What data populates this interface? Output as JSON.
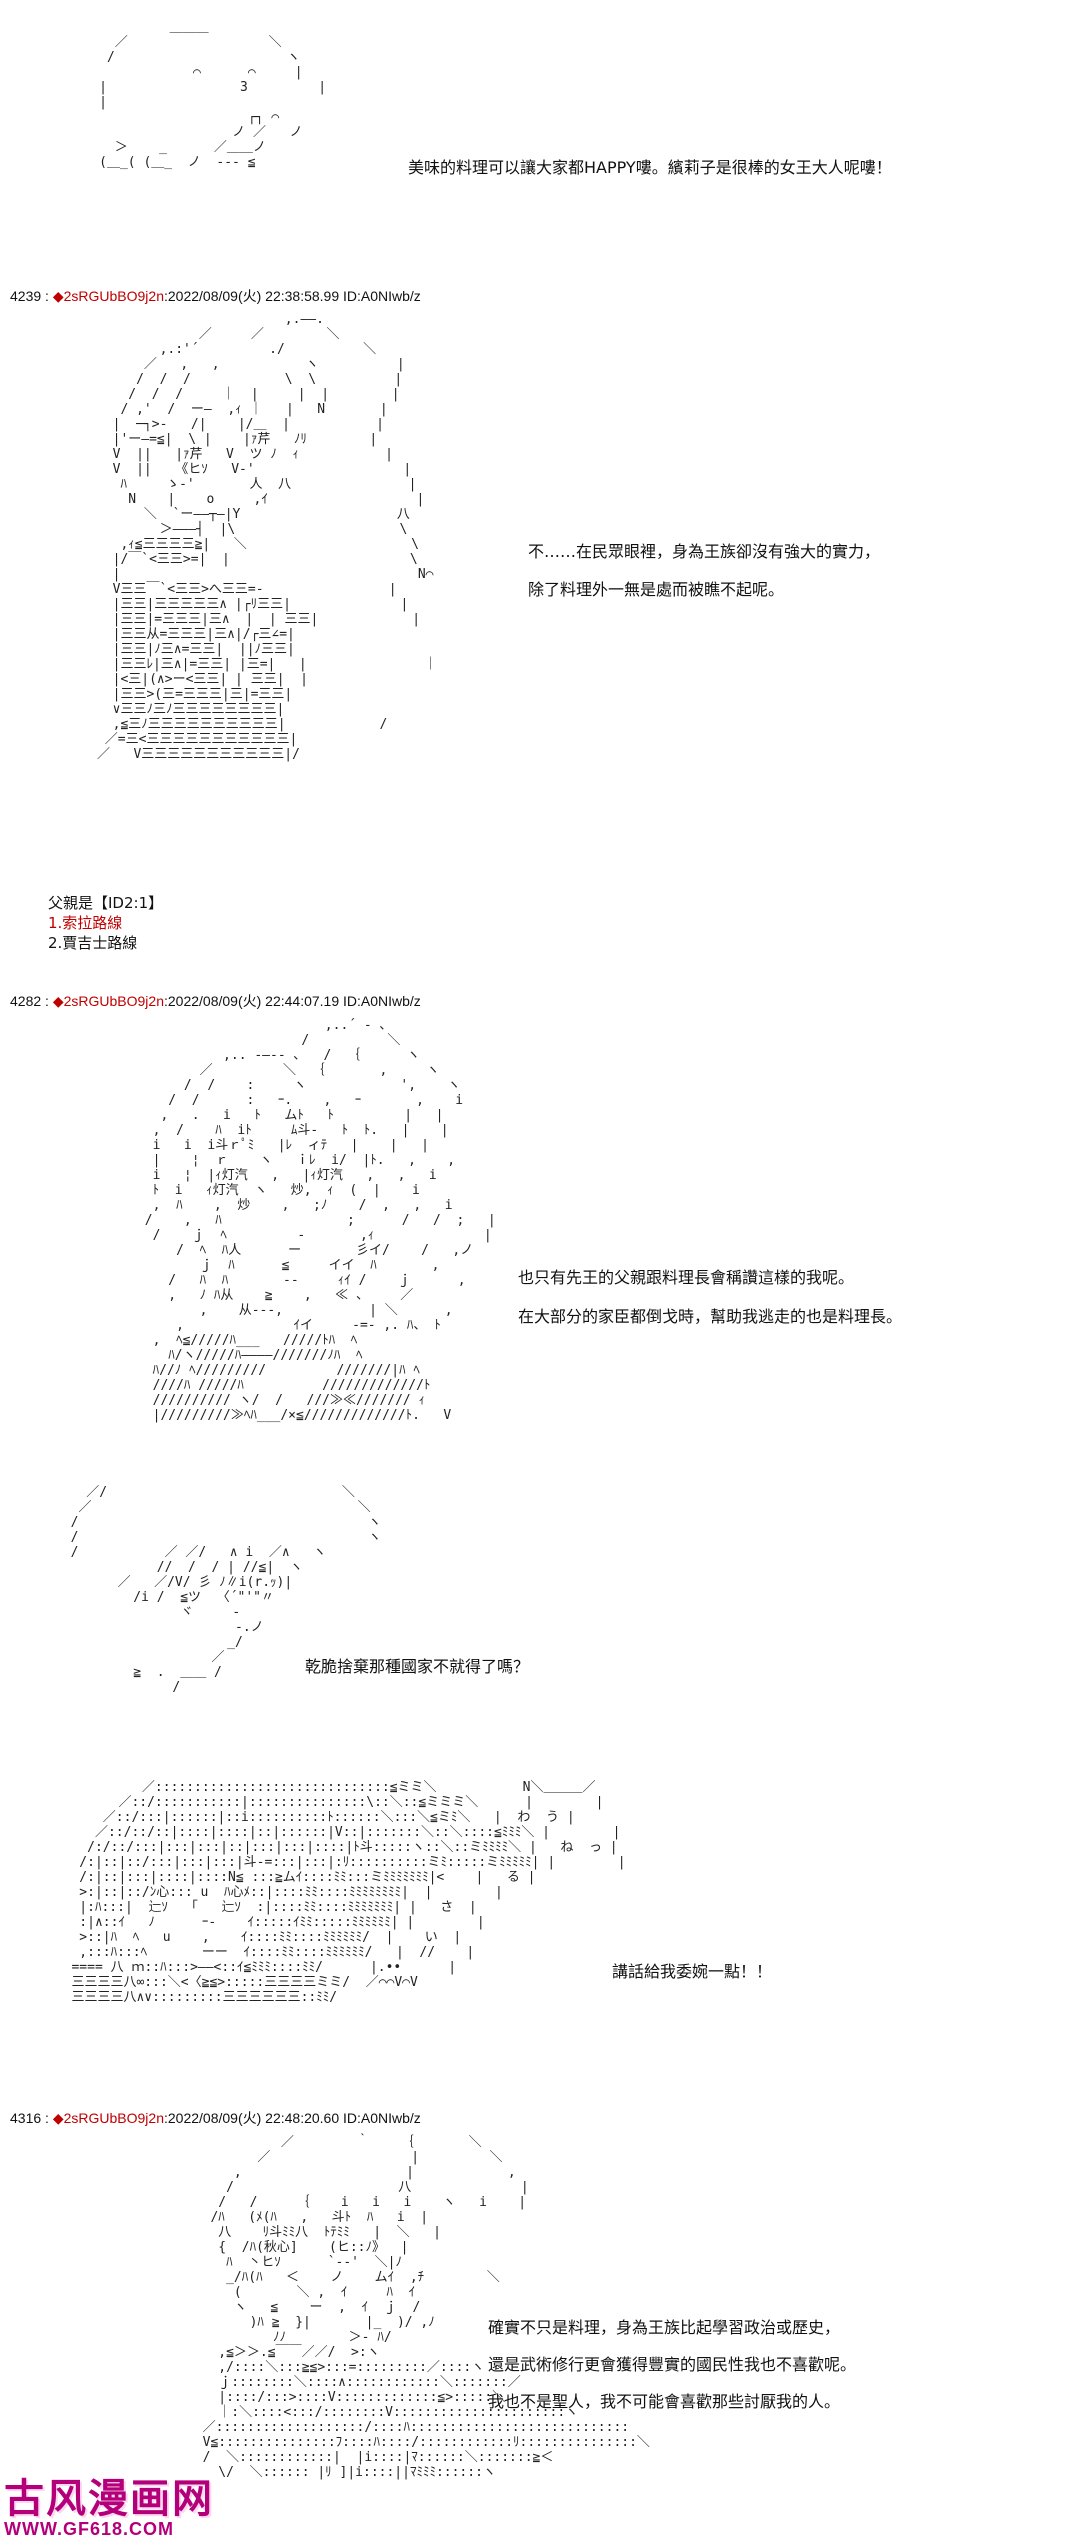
{
  "posts": [
    {
      "id": "post-top",
      "header": null,
      "dialog": [
        "美味的料理可以讓大家都HAPPY嘍。繽莉子是很棒的女王大人呢嘍！"
      ]
    },
    {
      "id": "post-4239",
      "header": {
        "number": "4239 :",
        "trip": "◆2sRGUbBO9j2n",
        "datetime": ":2022/08/09(火) 22:38:58.99 ID:A0NIwb/z"
      },
      "dialog": [
        "不……在民眾眼裡，身為王族卻沒有強大的實力，",
        "除了料理外一無是處而被瞧不起呢。"
      ],
      "vote": {
        "label": "父親是【ID2:1】",
        "option1": "1.索拉路線",
        "option2": "2.賈吉士路線"
      }
    },
    {
      "id": "post-4282",
      "header": {
        "number": "4282 :",
        "trip": "◆2sRGUbBO9j2n",
        "datetime": ":2022/08/09(火) 22:44:07.19 ID:A0NIwb/z"
      },
      "dialog": [
        "也只有先王的父親跟料理長會稱讚這樣的我呢。",
        "在大部分的家臣都倒戈時，幫助我逃走的也是料理長。"
      ],
      "dialog2": [
        "乾脆捨棄那種國家不就得了嗎？"
      ],
      "dialog3": [
        "講話給我委婉一點！！"
      ]
    },
    {
      "id": "post-4316",
      "header": {
        "number": "4316 :",
        "trip": "◆2sRGUbBO9j2n",
        "datetime": ":2022/08/09(火) 22:48:20.60 ID:A0NIwb/z"
      },
      "dialog": [
        "確實不只是料理，身為王族比起學習政治或歷史，",
        "還是武術修行更會獲得豐實的國民性我也不喜歡呢。",
        "我也不是聖人，我不可能會喜歡那些討厭我的人。"
      ]
    }
  ],
  "logo": {
    "title": "古风漫画网",
    "url": "WWW.GF618.COM"
  }
}
